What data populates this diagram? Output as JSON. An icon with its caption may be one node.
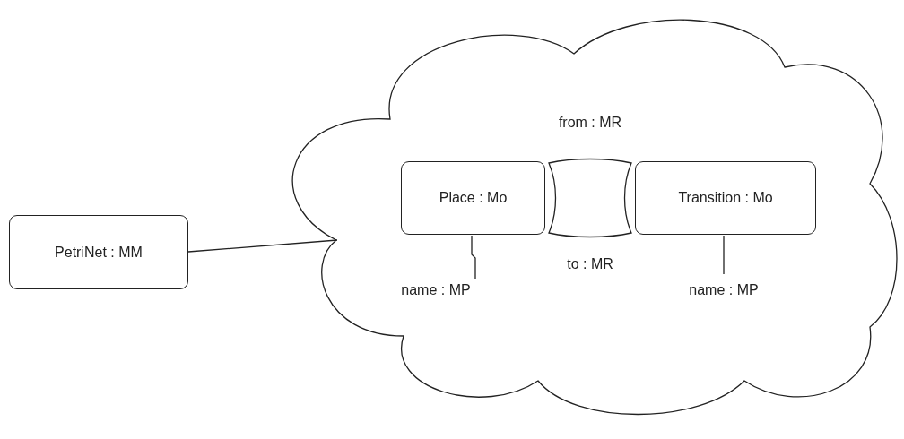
{
  "diagram": {
    "nodes": [
      {
        "text": [
          "PetriNet : MM"
        ]
      },
      {
        "text": [],
        "shape": "cloud"
      },
      {
        "text": [
          "Place : Mo"
        ],
        "in": 1
      },
      {
        "text": [],
        "shape": "box",
        "in": 1,
        "beside": [
          "from : MR",
          "to : MR"
        ]
      },
      {
        "text": [
          "Transition : Mo"
        ],
        "in": 1
      },
      {
        "text": [
          "name : MP"
        ],
        "in": 1
      },
      {
        "text": [
          "name : MP"
        ],
        "in": 1
      }
    ],
    "edges": [
      {
        "from": 0,
        "to": 1,
        "arrow": "none"
      },
      {
        "from": 5,
        "to": 2,
        "arrow": "none"
      },
      {
        "from": 6,
        "to": 4,
        "arrow": "none"
      }
    ]
  }
}
